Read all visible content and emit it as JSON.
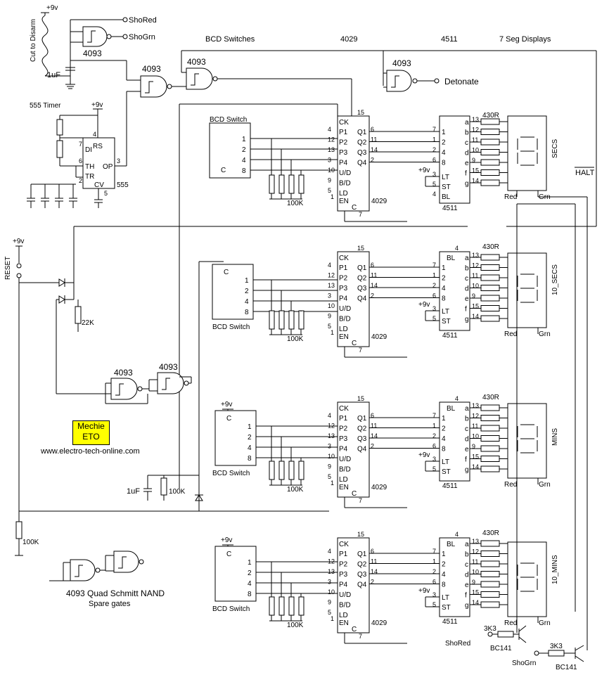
{
  "header": {
    "bcd_switches": "BCD Switches",
    "ic_4029": "4029",
    "ic_4511": "4511",
    "seven_seg": "7 Seg Displays"
  },
  "power": "+9v",
  "outputs": {
    "sho_red": "ShoRed",
    "sho_grn": "ShoGrn",
    "detonate": "Detonate",
    "halt": "HALT"
  },
  "labels": {
    "cut_to_disarm": "Cut to Disarm",
    "reset": "RESET",
    "cap_1uf": "1uF",
    "res_22k": "22K",
    "res_100k": "100K",
    "res_430r": "430R",
    "res_3k3": "3K3",
    "transistor": "BC141",
    "timer_555": "555 Timer",
    "chip_555": "555",
    "chip_4093": "4093",
    "quad_schmitt": "4093 Quad Schmitt NAND",
    "spare_gates": "Spare gates",
    "bcd_switch": "BCD Switch",
    "red": "Red",
    "grn": "Grn"
  },
  "timer_pins": {
    "rs": "RS",
    "di": "DI",
    "th": "TH",
    "tr": "TR",
    "op": "OP",
    "cv": "CV",
    "p4": "4",
    "p7": "7",
    "p6": "6",
    "p2": "2",
    "p3": "3",
    "p5": "5"
  },
  "counter_pins": [
    "CK",
    "EN",
    "C",
    "P1",
    "P2",
    "P3",
    "P4",
    "U/D",
    "B/D",
    "LD",
    "Q1",
    "Q2",
    "Q3",
    "Q4"
  ],
  "counter_pin_numbers": {
    "p1": "4",
    "p2": "12",
    "p3": "13",
    "p4": "3",
    "ud": "10",
    "bd": "9",
    "ld": "5",
    "en": "1",
    "ck": "15",
    "q1": "6",
    "q2": "11",
    "q3": "14",
    "q4": "2",
    "co": "7"
  },
  "decoder_pins": {
    "inputs": [
      "1",
      "2",
      "4",
      "8"
    ],
    "input_numbers": [
      "7",
      "1",
      "2",
      "6"
    ],
    "lt": "LT",
    "st": "ST",
    "bl": "BL",
    "lt_num": "3",
    "st_num": "5",
    "bl_num": "4",
    "segments": [
      "a",
      "b",
      "c",
      "d",
      "e",
      "f",
      "g"
    ],
    "segment_numbers": [
      "13",
      "12",
      "11",
      "10",
      "9",
      "15",
      "14"
    ]
  },
  "switch_pins": [
    "C",
    "1",
    "2",
    "4",
    "8"
  ],
  "displays": [
    "SECS",
    "10_SECS",
    "MINS",
    "10_MINS"
  ],
  "logo": {
    "line1": "Mechie",
    "line2": "ETO"
  },
  "website": "www.electro-tech-online.com",
  "colors": {
    "logo_bg": "#ffff00",
    "ink": "#000000",
    "paper": "#ffffff"
  }
}
